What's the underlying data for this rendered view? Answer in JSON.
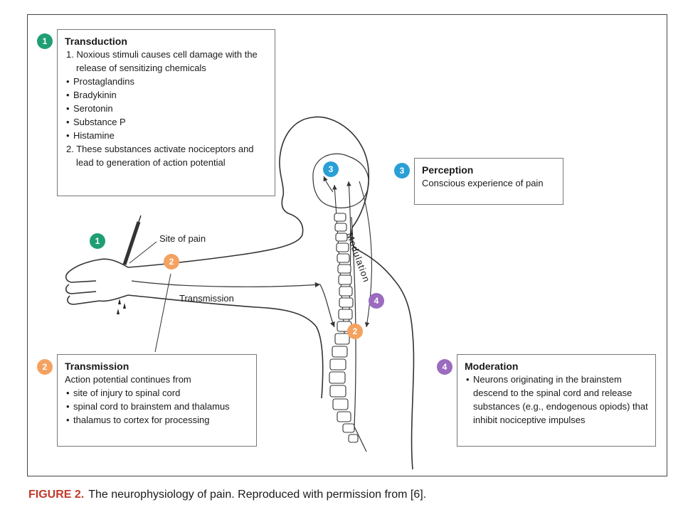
{
  "colors": {
    "transduction": "#1f9e74",
    "transmission": "#f4a261",
    "perception": "#2a9fd6",
    "moderation": "#9b6bc0",
    "caption_label": "#c0392b"
  },
  "badges": {
    "b1": "1",
    "b2": "2",
    "b3": "3",
    "b4": "4"
  },
  "transduction": {
    "title": "Transduction",
    "step1": "1. Noxious stimuli causes cell damage with the release of sensitizing chemicals",
    "chemicals": [
      "Prostaglandins",
      "Bradykinin",
      "Serotonin",
      "Substance P",
      "Histamine"
    ],
    "step2": "2. These substances activate nociceptors and lead to generation of action potential"
  },
  "perception": {
    "title": "Perception",
    "text": "Conscious experience of pain"
  },
  "transmission": {
    "title": "Transmission",
    "text": "Action potential continues from",
    "items": [
      "site of injury to spinal cord",
      "spinal cord to brainstem and thalamus",
      "thalamus to cortex for processing"
    ]
  },
  "moderation": {
    "title": "Moderation",
    "text": "Neurons originating in the brainstem descend to the spinal cord and release substances (e.g., endogenous opiods) that inhibit nociceptive impulses"
  },
  "labels": {
    "site_of_pain": "Site of pain",
    "transmission_arrow": "Transmission",
    "modulation": "Modulation"
  },
  "caption": {
    "label": "FIGURE 2.",
    "text": "The neurophysiology of pain. Reproduced with permission from [6]."
  }
}
